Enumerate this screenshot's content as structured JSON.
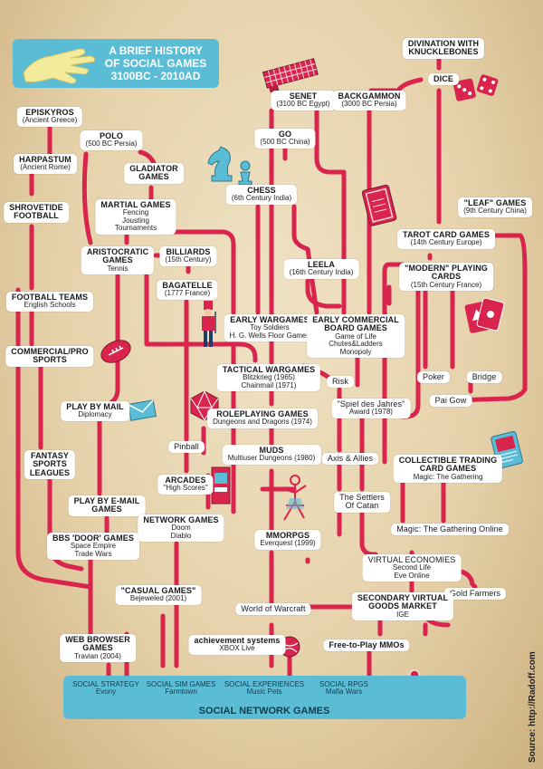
{
  "title": {
    "line1": "A Brief History",
    "line2": "of Social Games",
    "line3": "3100BC - 2010AD"
  },
  "nodes": {
    "episkyros": {
      "title": "Episkyros",
      "sub": "(Ancient Greece)"
    },
    "harpastum": {
      "title": "Harpastum",
      "sub": "(Ancient Rome)"
    },
    "shrovetide": {
      "title": "Shrovetide",
      "title2": "Football"
    },
    "football_teams": {
      "title": "Football Teams",
      "sub": "English Schools"
    },
    "commercial_pro": {
      "title": "Commercial/Pro",
      "title2": "Sports"
    },
    "fantasy": {
      "title": "Fantasy",
      "title2": "Sports",
      "title3": "Leagues"
    },
    "polo": {
      "title": "Polo",
      "sub": "(500 BC Persia)"
    },
    "gladiator": {
      "title": "Gladiator",
      "title2": "Games"
    },
    "martial": {
      "title": "Martial Games",
      "sub": "Fencing",
      "sub2": "Jousting",
      "sub3": "Tournaments"
    },
    "aristocratic": {
      "title": "Aristocratic",
      "title2": "Games",
      "sub": "Tennis"
    },
    "billiards": {
      "title": "Billiards",
      "sub": "(15th Century)"
    },
    "bagatelle": {
      "title": "Bagatelle",
      "sub": "(1777 France)"
    },
    "senet": {
      "title": "Senet",
      "sub": "(3100 BC Egypt)"
    },
    "go": {
      "title": "Go",
      "sub": "(500 BC China)"
    },
    "chess": {
      "title": "Chess",
      "sub": "(6th Century India)"
    },
    "backgammon": {
      "title": "Backgammon",
      "sub": "(3000 BC Persia)"
    },
    "divination": {
      "title": "Divination with",
      "title2": "Knucklebones"
    },
    "dice": {
      "title": "Dice"
    },
    "leaf": {
      "title": "\"Leaf\" Games",
      "sub": "(9th Century China)"
    },
    "tarot": {
      "title": "Tarot Card Games",
      "sub": "(14th Century Europe)"
    },
    "modern_cards": {
      "title": "\"Modern\" Playing",
      "title2": "Cards",
      "sub": "(15th Century France)"
    },
    "leela": {
      "title": "Leela",
      "sub": "(16th Century India)"
    },
    "early_wargames": {
      "title": "Early Wargames",
      "sub": "Toy Soldiers",
      "sub2": "H. G. Wells Floor Games"
    },
    "early_commercial": {
      "title": "Early Commercial",
      "title2": "Board Games",
      "sub": "Game of Life",
      "sub2": "Chutes&Ladders",
      "sub3": "Monopoly"
    },
    "poker": {
      "title": "Poker"
    },
    "bridge": {
      "title": "Bridge"
    },
    "pai_gow": {
      "title": "Pai Gow"
    },
    "risk": {
      "title": "Risk"
    },
    "tactical": {
      "title": "Tactical Wargames",
      "sub": "Blitzkrieg (1965)",
      "sub2": "Chainmail (1971)"
    },
    "spiel": {
      "title": "\"Spiel des Jahres\"",
      "sub": "Award (1978)"
    },
    "play_by_mail": {
      "title": "Play by Mail",
      "sub": "Diplomacy"
    },
    "roleplaying": {
      "title": "Roleplaying Games",
      "sub": "Dungeons and Dragons (1974)"
    },
    "pinball": {
      "title": "Pinball"
    },
    "muds": {
      "title": "MUDs",
      "sub": "Multiuser Dungeons (1980)"
    },
    "axis_allies": {
      "title": "Axis & Allies"
    },
    "ctcg": {
      "title": "Collectible Trading",
      "title2": "Card Games",
      "sub": "Magic: The Gathering"
    },
    "play_by_email": {
      "title": "Play by E-mail",
      "title2": "Games"
    },
    "arcades": {
      "title": "Arcades",
      "sub": "\"High Scores\""
    },
    "settlers": {
      "title": "The Settlers",
      "title2": "Of Catan"
    },
    "magic_online": {
      "title": "Magic: The Gathering Online"
    },
    "bbs": {
      "title": "BBS 'Door' Games",
      "sub": "Space Empire",
      "sub2": "Trade Wars"
    },
    "network_games": {
      "title": "Network Games",
      "sub": "Doom",
      "sub2": "Diablo"
    },
    "mmorpgs": {
      "title": "MMORPGs",
      "sub": "Everquest (1999)"
    },
    "virtual_economies": {
      "title": "Virtual Economies",
      "sub": "Second Life",
      "sub2": "Eve Online"
    },
    "casual": {
      "title": "\"Casual Games\"",
      "sub": "Bejeweled (2001)"
    },
    "gold_farmers": {
      "title": "Gold Farmers"
    },
    "wow": {
      "title": "World of Warcraft"
    },
    "secondary_market": {
      "title": "Secondary Virtual",
      "title2": "Goods Market",
      "sub": "IGE"
    },
    "web_browser": {
      "title": "Web Browser",
      "title2": "Games",
      "sub": "Travian (2004)"
    },
    "achievement": {
      "title": "achievement systems",
      "sub": "XBOX Live"
    },
    "f2p": {
      "title": "Free-to-Play MMOs"
    }
  },
  "footer": {
    "title": "Social Network Games",
    "items": [
      {
        "title": "Social Strategy",
        "sub": "Evony"
      },
      {
        "title": "Social Sim Games",
        "sub": "Farmtown"
      },
      {
        "title": "Social Experiences",
        "sub": "Music Pets"
      },
      {
        "title": "Social RPGs",
        "sub": "Mafia Wars"
      }
    ]
  },
  "source": "Source: http://Radoff.com",
  "colors": {
    "path": "#d9254e",
    "banner": "#5bbcd6",
    "paper": "#e9d8b4"
  },
  "icons": [
    "hand-icon",
    "senet-board-icon",
    "dice-icon",
    "chess-knight-icon",
    "chess-pawn-icon",
    "tarot-card-icon",
    "playing-cards-icon",
    "toy-soldier-icon",
    "football-icon",
    "envelope-icon",
    "d20-icon",
    "arcade-cabinet-icon",
    "dancer-icon",
    "trading-card-icon",
    "ball-icon",
    "people-group-icon"
  ]
}
